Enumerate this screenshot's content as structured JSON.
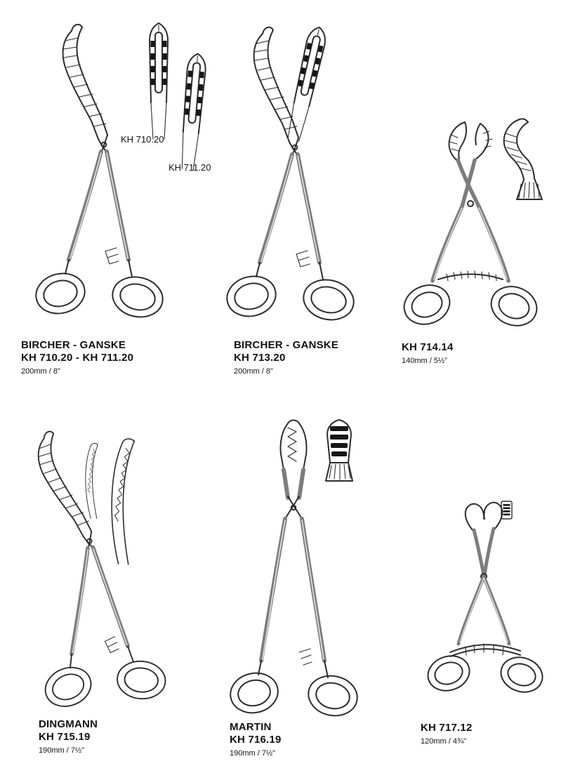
{
  "page": {
    "background": "#ffffff",
    "ink": "#2d2d2d"
  },
  "items": [
    {
      "name": "BIRCHER - GANSKE",
      "code": "KH 710.20 - KH 711.20",
      "size": "200mm / 8\"",
      "insets": [
        {
          "label": "KH 710.20"
        },
        {
          "label": "KH 711.20"
        }
      ]
    },
    {
      "name": "BIRCHER - GANSKE",
      "code": "KH 713.20",
      "size": "200mm / 8\""
    },
    {
      "name": "",
      "code": "KH 714.14",
      "size": "140mm / 5½\""
    },
    {
      "name": "DINGMANN",
      "code": "KH 715.19",
      "size": "190mm / 7½\""
    },
    {
      "name": "MARTIN",
      "code": "KH 716.19",
      "size": "190mm / 7½\""
    },
    {
      "name": "",
      "code": "KH 717.12",
      "size": "120mm / 4¾\""
    }
  ]
}
